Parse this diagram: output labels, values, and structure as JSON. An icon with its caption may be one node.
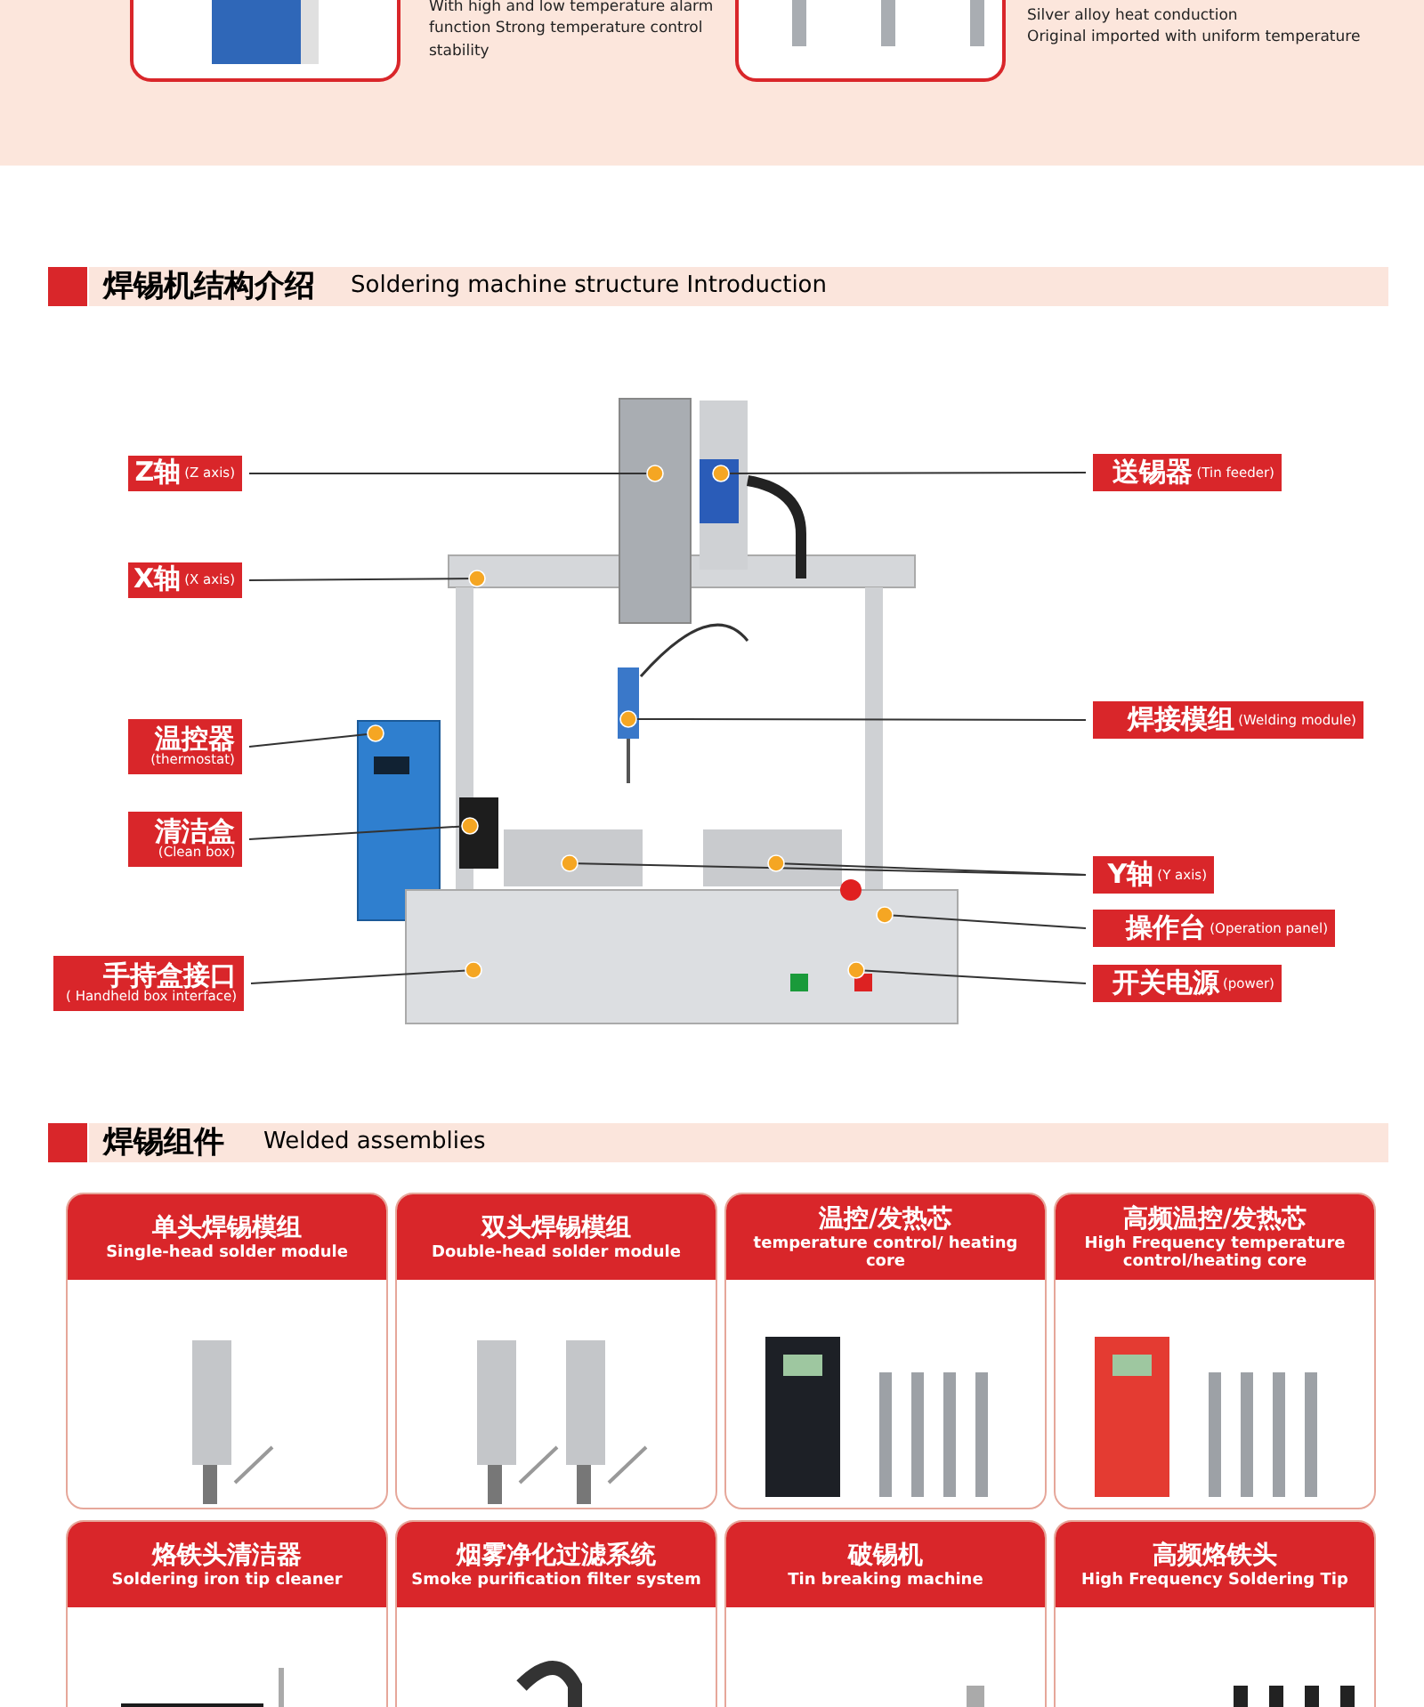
{
  "diagram": {
    "nodes": [
      {
        "text": [],
        "shape": "picture",
        "beside": [
          "With high and low temperature alarm function Strong temperature control stability"
        ]
      },
      {
        "text": [],
        "shape": "picture",
        "beside": [
          "Silver alloy heat conduction",
          "Original imported with uniform temperature"
        ]
      },
      {
        "text": [
          "Z轴",
          "(Z axis)"
        ]
      },
      {
        "text": [
          "送锡器",
          "(Tin feeder)"
        ]
      },
      {
        "text": [
          "X轴",
          "(X axis)"
        ]
      },
      {
        "text": [
          "焊接模组",
          "(Welding module)"
        ]
      },
      {
        "text": [
          "温控器",
          "(thermostat)"
        ]
      },
      {
        "text": [
          "清洁盒",
          "(Clean box)"
        ]
      },
      {
        "text": [
          "Y轴",
          "(Y axis)"
        ]
      },
      {
        "text": [
          "操作台",
          "(Operation panel)"
        ]
      },
      {
        "text": [
          "手持盒接口",
          "( Handheld box interface)"
        ]
      },
      {
        "text": [
          "开关电源",
          "(power)"
        ]
      },
      {
        "text": [
          "单头焊锡模组",
          "Single-head solder module"
        ]
      },
      {
        "text": [
          "双头焊锡模组",
          "Double-head solder module"
        ]
      },
      {
        "text": [
          "温控/发热芯",
          "temperature control/ heating core"
        ]
      },
      {
        "text": [
          "高频温控/发热芯",
          "High Frequency temperature control/heating core"
        ]
      },
      {
        "text": [
          "烙铁头清洁器",
          "Soldering iron tip cleaner"
        ]
      },
      {
        "text": [
          "烟雾净化过滤系统",
          "Smoke purification filter system"
        ]
      },
      {
        "text": [
          "破锡机",
          "Tin breaking machine"
        ]
      },
      {
        "text": [
          "高频烙铁头",
          "High Frequency Soldering Tip"
        ]
      }
    ],
    "edges": [
      {
        "from": 2,
        "to": null,
        "arrow": "other"
      },
      {
        "from": 3,
        "to": null,
        "arrow": "other"
      },
      {
        "from": 4,
        "to": null,
        "arrow": "other"
      },
      {
        "from": 5,
        "to": null,
        "arrow": "other"
      },
      {
        "from": 6,
        "to": null,
        "arrow": "other"
      },
      {
        "from": 7,
        "to": null,
        "arrow": "other"
      },
      {
        "from": 8,
        "to": null,
        "arrow": "other"
      },
      {
        "from": 8,
        "to": null,
        "arrow": "other"
      },
      {
        "from": 9,
        "to": null,
        "arrow": "other"
      },
      {
        "from": 10,
        "to": null,
        "arrow": "other"
      },
      {
        "from": 11,
        "to": null,
        "arrow": "other"
      }
    ],
    "labels": [
      "焊锡机结构介绍",
      "Soldering machine structure Introduction",
      "焊锡组件",
      "Welded assemblies"
    ]
  }
}
